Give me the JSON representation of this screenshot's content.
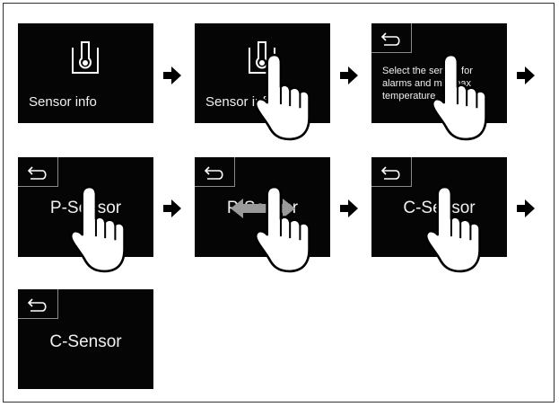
{
  "steps": [
    {
      "label": "Sensor info",
      "icon": "thermometer-icon"
    },
    {
      "label": "Sensor info",
      "icon": "thermometer-icon",
      "gesture": "tap"
    },
    {
      "label": "Select the sensor for alarms and min/max temperature",
      "icon": "back-icon",
      "gesture": "tap"
    },
    {
      "label": "P-Sensor",
      "icon": "back-icon",
      "gesture": "tap"
    },
    {
      "label": "P-Sensor",
      "icon": "back-icon",
      "gesture": "swipe"
    },
    {
      "label": "C-Sensor",
      "icon": "back-icon",
      "gesture": "tap"
    },
    {
      "label": "C-Sensor",
      "icon": "back-icon"
    }
  ],
  "colors": {
    "screen": "#050505",
    "text": "#f0f0f0",
    "arrow": "#000000",
    "swipe": "#9a9a9a"
  }
}
